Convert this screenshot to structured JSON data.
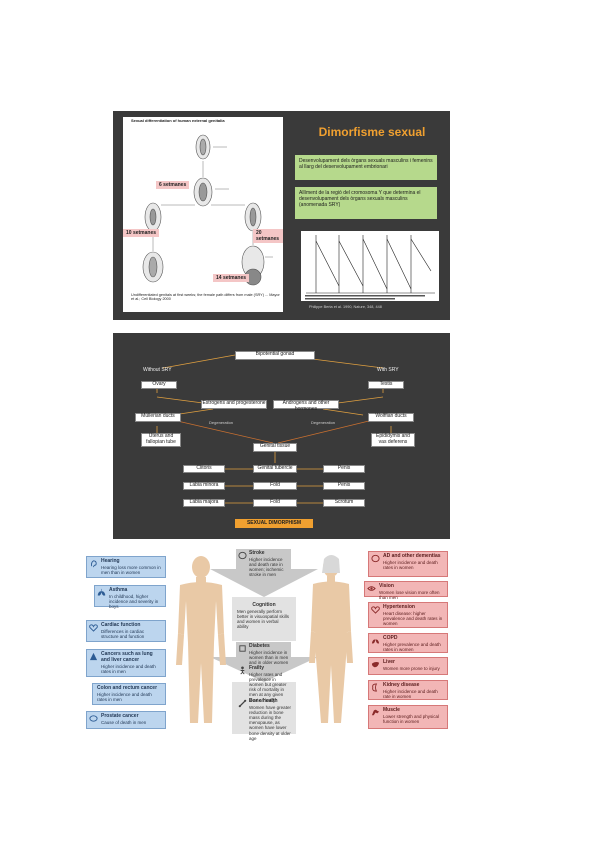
{
  "slide1": {
    "title": "Dimorfisme sexual",
    "figure_caption": "Sexual differentiation of human external genitalia",
    "labels": {
      "weeks6": "6 setmanes",
      "weeks10": "10 setmanes",
      "weeks20": "20 setmanes",
      "weeks14": "14 setmanes"
    },
    "bullet1": "Desenvolupament dels òrgans sexuals masculins i femenins al llarg del desenvolupament embrionari",
    "bullet2": "Allíment de la regió del cromosoma Y que determina el desenvolupament dels òrgans sexuals masculins (anomenada SRY)",
    "footnote": "Undifferentiated genitals at first weeks; the female path differs from male (SRY) ... Mayor et al.; Cell Biology 2000",
    "credit": "Philippe Berta et al. 1990, Nature, 348, 448"
  },
  "slide2": {
    "top": "Bipotential gonad",
    "without_sry": "Without SRY",
    "with_sry": "With SRY",
    "ovary": "Ovary",
    "testis": "Testis",
    "estrogens": "Estrogens and progesterone",
    "androgens": "Androgens and other hormones",
    "mullerian": "Müllerian ducts",
    "wolffian": "Wolffian ducts",
    "uterus": "Uterus and fallopian tube",
    "epididymis": "Epididymis and vas deferens",
    "genital_tissue": "Genital tissue",
    "deg_left": "Degeneration",
    "deg_right": "Degeneration",
    "rows": [
      {
        "left": "Clitoris",
        "mid": "Genital tubercle",
        "right": "Penis"
      },
      {
        "left": "Labia minora",
        "mid": "Fold",
        "right": "Penis"
      },
      {
        "left": "Labia majora",
        "mid": "Fold",
        "right": "Scrotum"
      }
    ],
    "footer": "SEXUAL DIMORPHISM"
  },
  "slide3": {
    "left_boxes": [
      {
        "title": "Hearing",
        "text": "Hearing loss more common in men than in women",
        "icon": "ear-icon"
      },
      {
        "title": "Asthma",
        "text": "In childhood, higher incidence and severity in boys",
        "icon": "lungs-icon"
      },
      {
        "title": "Cardiac function",
        "text": "Differences in cardiac structure and function",
        "icon": "heart-icon"
      },
      {
        "title": "Cancers such as lung and liver cancer",
        "text": "Higher incidence and death rates in men",
        "icon": "cell-icon"
      },
      {
        "title": "Colon and rectum cancer",
        "text": "Higher incidence and death rates in men",
        "icon": ""
      },
      {
        "title": "Prostate cancer",
        "text": "Cause of death in men",
        "icon": "prostate-icon"
      }
    ],
    "center_boxes": [
      {
        "title": "Stroke",
        "text": "Higher incidence and death rate in women; ischemic stroke in men",
        "icon": "brain-icon"
      },
      {
        "title": "Cognition",
        "text": "Men generally perform better in visuospatial skills and women in verbal ability",
        "icon": ""
      },
      {
        "title": "Diabetes",
        "text": "Higher incidence in women than in men and in older women",
        "icon": "diabetes-icon"
      },
      {
        "title": "Frailty",
        "text": "Higher rates and prevalence in women but greater risk of mortality in men at any given level of frailty",
        "icon": "frailty-icon"
      },
      {
        "title": "Bone health",
        "text": "Women have greater reduction in bone mass during the menopause, as women have lower bone density at older age",
        "icon": "bone-icon"
      }
    ],
    "right_boxes": [
      {
        "title": "AD and other dementias",
        "text": "Higher incidence and death rates in women",
        "icon": "brain-icon"
      },
      {
        "title": "Vision",
        "text": "Women lose vision more often than men",
        "icon": "eye-icon"
      },
      {
        "title": "Hypertension",
        "text": "Heart disease: higher prevalence and death rates in women",
        "icon": "heart-icon"
      },
      {
        "title": "COPD",
        "text": "Higher prevalence and death rates in women",
        "icon": "lungs-icon"
      },
      {
        "title": "Liver",
        "text": "Women more prone to injury",
        "icon": "liver-icon"
      },
      {
        "title": "Kidney disease",
        "text": "Higher incidence and death rate in women",
        "icon": "kidney-icon"
      },
      {
        "title": "Muscle",
        "text": "Lower strength and physical function in women",
        "icon": "muscle-icon"
      }
    ]
  }
}
